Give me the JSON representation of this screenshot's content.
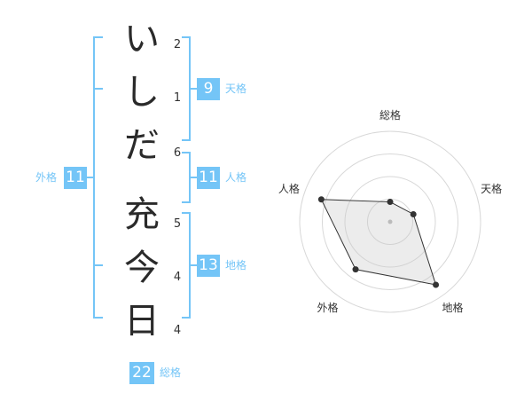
{
  "name": {
    "characters": [
      {
        "char": "い",
        "strokes": "2"
      },
      {
        "char": "し",
        "strokes": "1"
      },
      {
        "char": "だ",
        "strokes": "6"
      },
      {
        "char": "充",
        "strokes": "5"
      },
      {
        "char": "今",
        "strokes": "4"
      },
      {
        "char": "日",
        "strokes": "4"
      }
    ]
  },
  "kakusu": {
    "tenkaku": {
      "value": "9",
      "label": "天格"
    },
    "jinkaku": {
      "value": "11",
      "label": "人格"
    },
    "chikaku": {
      "value": "13",
      "label": "地格"
    },
    "gaikaku": {
      "value": "11",
      "label": "外格"
    },
    "soukaku": {
      "value": "22",
      "label": "総格"
    }
  },
  "colors": {
    "accent": "#74c5f7",
    "bracket": "#74c5f7"
  },
  "chart_data": {
    "type": "radar",
    "axes": [
      "総格",
      "天格",
      "地格",
      "外格",
      "人格"
    ],
    "values": [
      0.22,
      0.27,
      0.86,
      0.65,
      0.8
    ],
    "range": [
      0,
      1
    ],
    "rings": 4
  }
}
